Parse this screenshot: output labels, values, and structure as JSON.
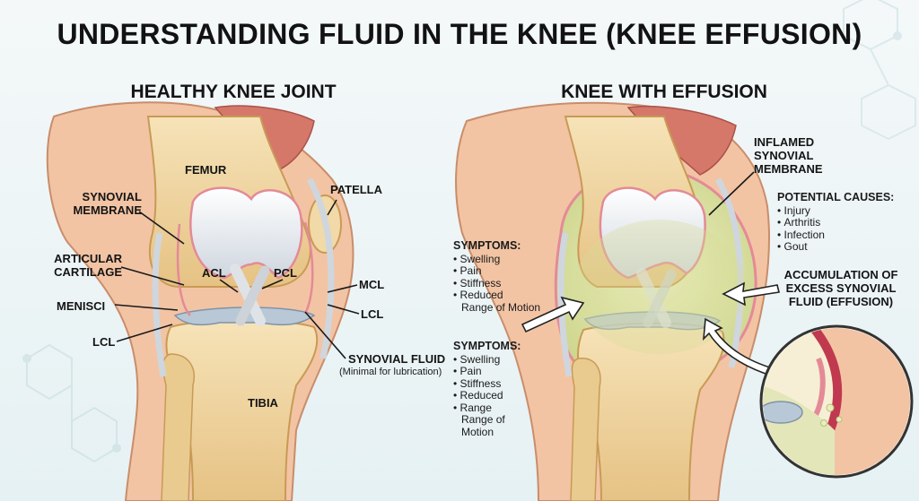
{
  "title": "UNDERSTANDING FLUID IN THE KNEE (KNEE EFFUSION)",
  "healthy": {
    "heading": "HEALTHY KNEE JOINT",
    "labels": {
      "femur": "FEMUR",
      "patella": "PATELLA",
      "synovial_membrane_1": "SYNOVIAL",
      "synovial_membrane_2": "MEMBRANE",
      "articular_cartilage_1": "ARTICULAR",
      "articular_cartilage_2": "CARTILAGE",
      "acl": "ACL",
      "pcl": "PCL",
      "menisci": "MENISCI",
      "mcl": "MCL",
      "lcl_right": "LCL",
      "lcl_left": "LCL",
      "synovial_fluid": "SYNOVIAL FLUID",
      "synovial_fluid_note": "(Minimal for lubrication)",
      "tibia": "TIBIA"
    }
  },
  "effusion": {
    "heading": "KNEE WITH EFFUSION",
    "labels": {
      "inflamed_1": "INFLAMED",
      "inflamed_2": "SYNOVIAL",
      "inflamed_3": "MEMBRANE",
      "accumulation_1": "ACCUMULATION OF",
      "accumulation_2": "EXCESS SYNOVIAL",
      "accumulation_3": "FLUID (EFFUSION)"
    },
    "potential_causes": {
      "heading": "POTENTIAL CAUSES:",
      "items": [
        "Injury",
        "Arthritis",
        "Infection",
        "Gout"
      ]
    },
    "symptoms_top": {
      "heading": "SYMPTOMS:",
      "items": [
        "Swelling",
        "Pain",
        "Stiffness",
        "Reduced"
      ],
      "continuation": "Range of Motion"
    },
    "symptoms_bottom": {
      "heading": "SYMPTOMS:",
      "items": [
        "Swelling",
        "Pain",
        "Stiffness",
        "Reduced",
        "Range"
      ],
      "continuation_1": "Range of",
      "continuation_2": "Motion"
    }
  },
  "colors": {
    "skin": "#f2c4a4",
    "bone": "#f1d9a8",
    "bone_shadow": "#d9b46e",
    "cartilage": "#f4f6f9",
    "meniscus": "#b9c8d6",
    "membrane": "#e48a97",
    "muscle": "#d5786a",
    "fluid": "#dfe4a8",
    "ligament": "#d9dee3"
  }
}
